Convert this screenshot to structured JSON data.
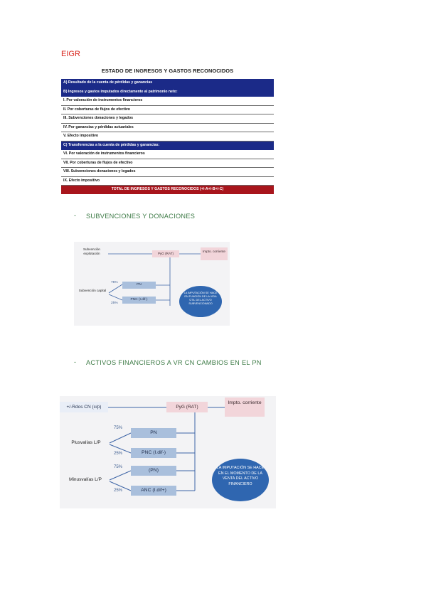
{
  "eigr_heading": "EIGR",
  "table": {
    "title": "ESTADO DE INGRESOS Y GASTOS RECONOCIDOS",
    "rows": [
      "A) Resultado de la cuenta de pérdidas y ganancias",
      "B) Ingresos y gastos imputados directamente al patrimonio neto:",
      "I. Por valoración de instrumentos financieros",
      "II. Por coberturas de flujos de efectivo",
      "III. Subvenciones donaciones y legados",
      "IV. Por ganancias y pérdidas actuariales",
      "V. Efecto impositivo",
      "C) Transferencias a la cuenta de pérdidas y ganancias:",
      "VI. Por valoración de instrumentos financieros",
      "VII. Por coberturas de flujos de efectivo",
      "VIII. Subvenciones donaciones y legados",
      "IX. Efecto impositivo",
      "TOTAL DE INGRESOS Y GASTOS RECONOCIDOS (+/-A+/-B+/-C)"
    ]
  },
  "section1": {
    "dash": "-",
    "heading": "SUBVENCIONES Y DONACIONES",
    "diagram": {
      "explotacion": "Subvención explotación",
      "pyg": "PyG (RAT)",
      "impto": "Impto. corriente",
      "capital": "Subvención capital",
      "pct_top": "75%",
      "pct_bottom": "25%",
      "pn": "PN",
      "pnc": "PNC (I.dif-)",
      "oval": "LA IMPUTACIÓN SE HACE EN FUNCIÓN DE LA VIDA ÚTIL DEL ACTIVO SUBVENCIONADO"
    }
  },
  "section2": {
    "dash": "-",
    "heading": "ACTIVOS FINANCIEROS A VR CN CAMBIOS EN EL PN",
    "diagram": {
      "rdos": "+/-Rdos CN (c/p)",
      "pyg": "PyG (RAT)",
      "impto": "Impto. corriente",
      "plusvalias": "Plusvalías L/P",
      "minusvalias": "Minusvalías L/P",
      "pct1": "75%",
      "pct2": "25%",
      "pct3": "75%",
      "pct4": "25%",
      "pn": "PN",
      "pnc": "PNC (I.dif-)",
      "pn_neg": "(PN)",
      "anc": "ANC (I.dif+)",
      "oval": "LA IMPUTACIÓN SE HACE EN EL MOMENTO DE LA VENTA DEL ACTIVO FINANCIERO"
    }
  }
}
